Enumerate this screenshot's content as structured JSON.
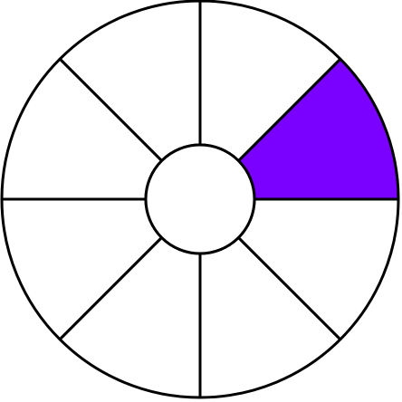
{
  "diagram": {
    "type": "segmented-ring",
    "segment_count": 8,
    "filled_segments": [
      1
    ],
    "start_angle_deg": 0,
    "direction": "counterclockwise",
    "colors": {
      "background": "#ffffff",
      "stroke": "#000000",
      "empty_fill": "#ffffff",
      "filled_fill": "#7a00ff"
    }
  }
}
